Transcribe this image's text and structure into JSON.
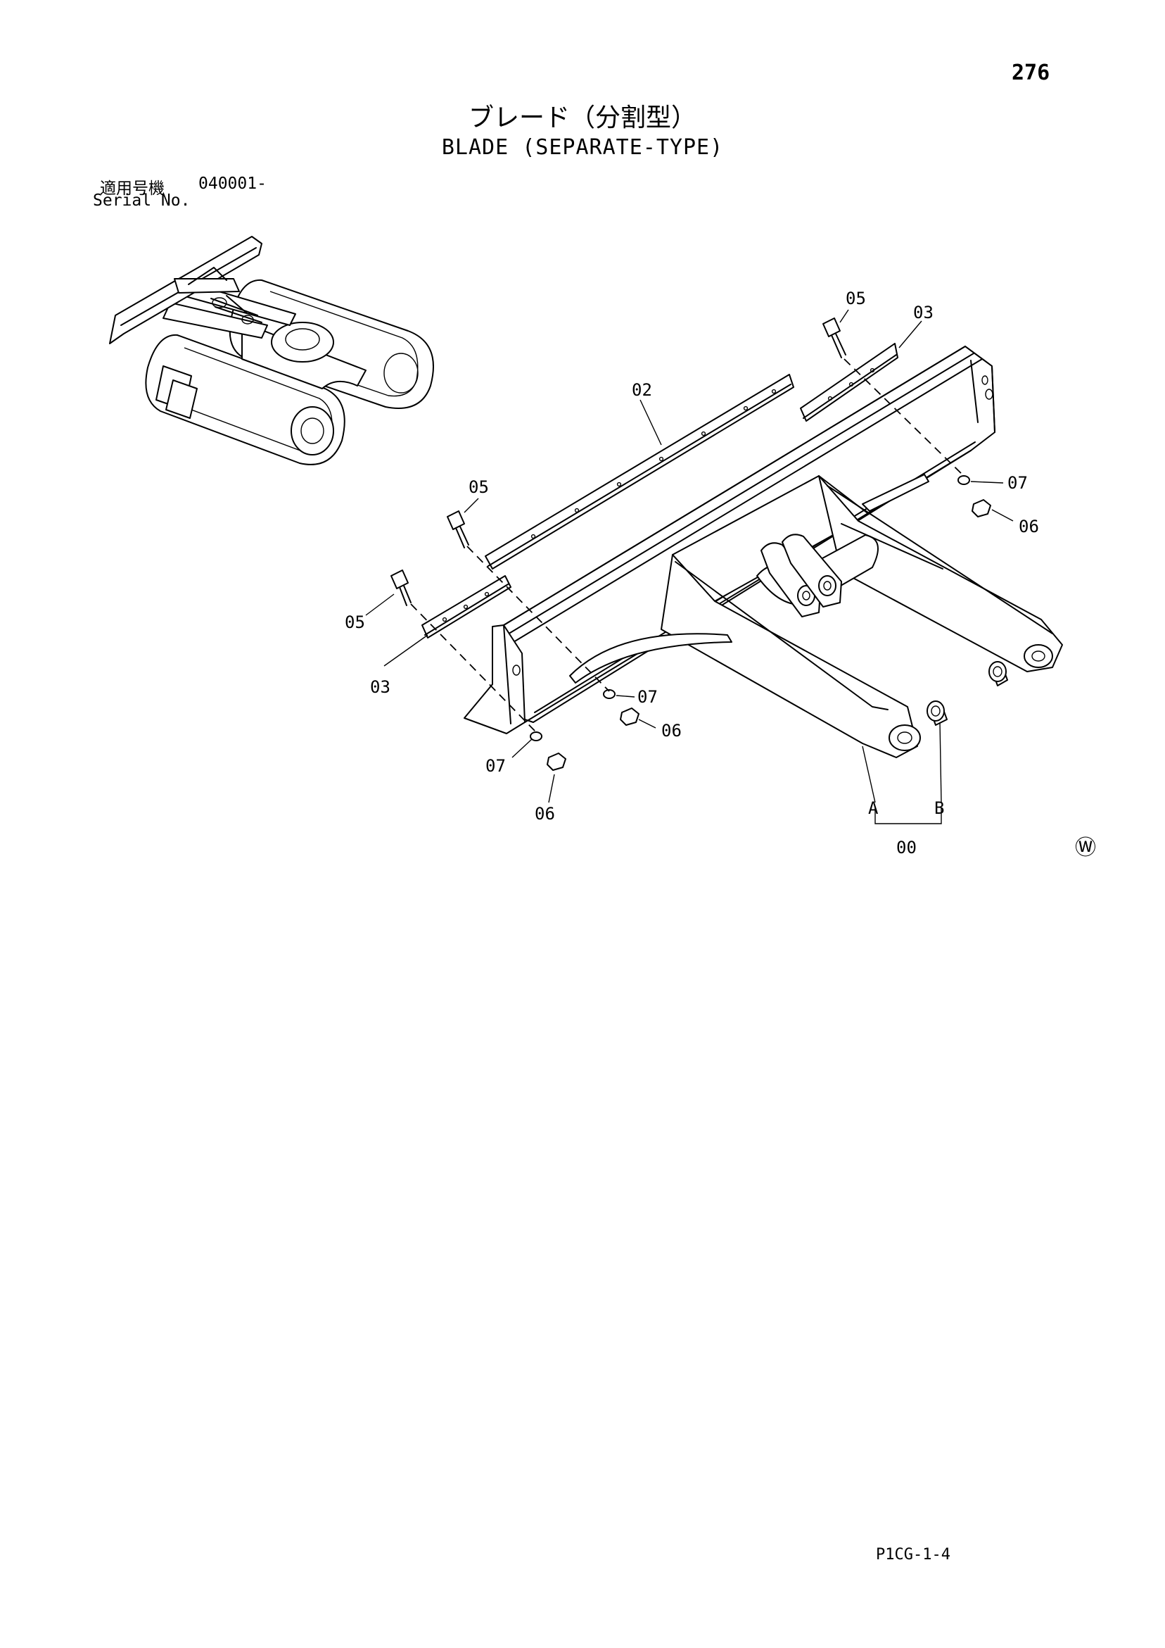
{
  "page": {
    "number": "276",
    "title_jp": "ブレード（分割型）",
    "title_en": "BLADE (SEPARATE-TYPE)",
    "serial_label_jp": "適用号機",
    "serial_value": "040001-",
    "serial_label_en": "Serial No.",
    "footer_code": "P1CG-1-4",
    "watermark": "Ⓦ"
  },
  "callouts": {
    "c05_top": "05",
    "c03_top": "03",
    "c02": "02",
    "c07_right": "07",
    "c06_right": "06",
    "c05_mid": "05",
    "c05_left": "05",
    "c03_left": "03",
    "c07_center": "07",
    "c06_center": "06",
    "c07_bottom": "07",
    "c06_bottom": "06",
    "a": "A",
    "b": "B",
    "c00": "00"
  }
}
